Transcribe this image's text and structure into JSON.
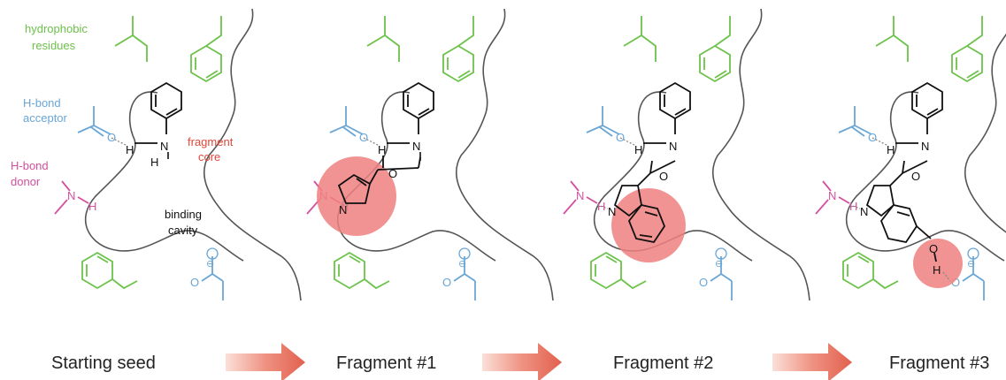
{
  "labels": {
    "hydrophobic": [
      "hydrophobic",
      "residues"
    ],
    "hbond_acceptor": [
      "H-bond",
      "acceptor"
    ],
    "hbond_donor": [
      "H-bond",
      "donor"
    ],
    "fragment_core": [
      "fragment",
      "core"
    ],
    "binding_cavity": [
      "binding",
      "cavity"
    ]
  },
  "atoms": {
    "H": "H",
    "N": "N",
    "O": "O",
    "charge": "⊖"
  },
  "stages": [
    "Starting seed",
    "Fragment #1",
    "Fragment #2",
    "Fragment #3"
  ],
  "colors": {
    "hydrophobic": "#6cc24a",
    "acceptor": "#6aa6d6",
    "donor": "#d4509e",
    "fragment_core": "#e0473a",
    "highlight": "#f08080",
    "bond": "#111111",
    "pocket": "#555555",
    "arrow": "#e9776a"
  }
}
